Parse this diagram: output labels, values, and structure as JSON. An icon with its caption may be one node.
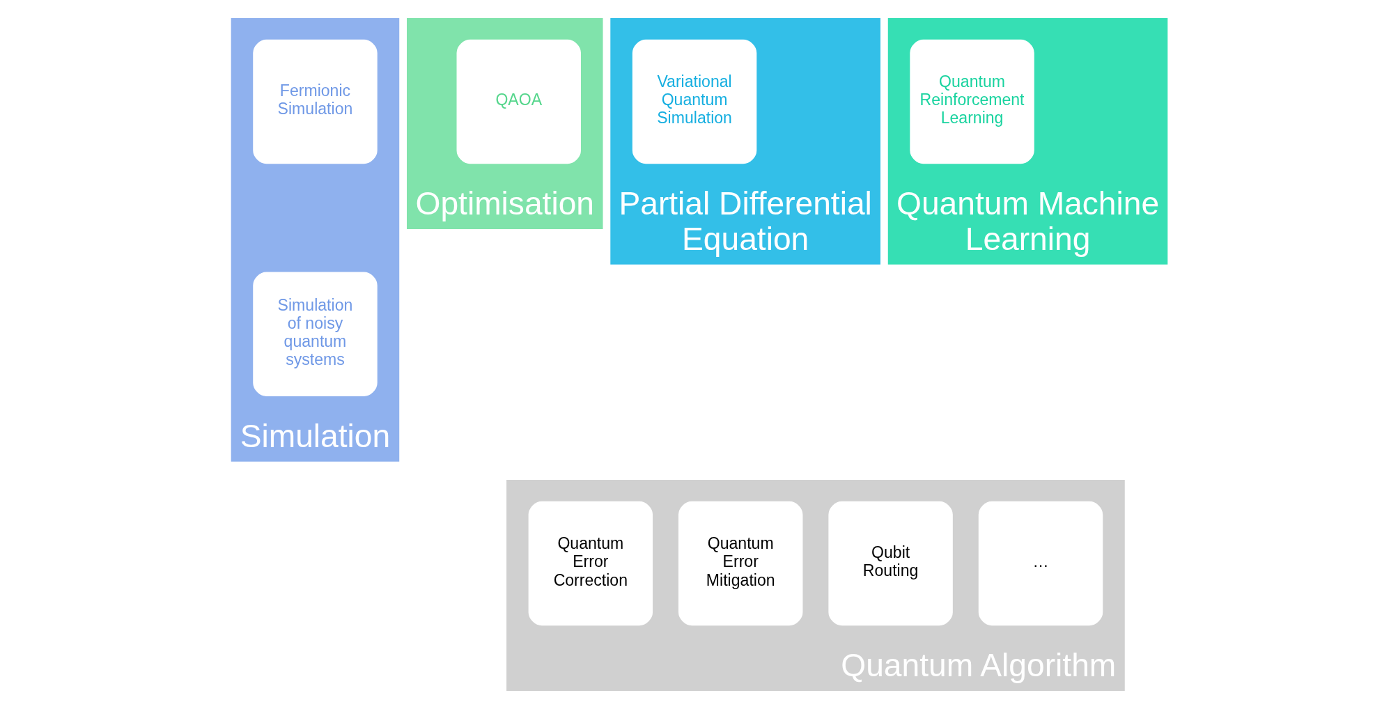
{
  "diagram": {
    "nodes": [
      {
        "text": [
          "Simulation"
        ]
      },
      {
        "text": [
          "Fermionic Simulation"
        ],
        "in": 0
      },
      {
        "text": [
          "Simulation of noisy quantum systems"
        ],
        "in": 0
      },
      {
        "text": [
          "Optimisation"
        ]
      },
      {
        "text": [
          "QAOA"
        ],
        "in": 3
      },
      {
        "text": [
          "Partial Differential Equation"
        ]
      },
      {
        "text": [
          "Variational Quantum Simulation"
        ],
        "in": 5
      },
      {
        "text": [
          "Quantum Machine Learning"
        ]
      },
      {
        "text": [
          "Quantum Reinforcement Learning"
        ],
        "in": 7
      },
      {
        "text": [
          "Quantum Algorithm"
        ]
      },
      {
        "text": [
          "Quantum Error Correction"
        ],
        "in": 9
      },
      {
        "text": [
          "Quantum Error Mitigation"
        ],
        "in": 9
      },
      {
        "text": [
          "Qubit Routing"
        ],
        "in": 9
      },
      {
        "text": [
          "…"
        ],
        "in": 9
      }
    ]
  }
}
